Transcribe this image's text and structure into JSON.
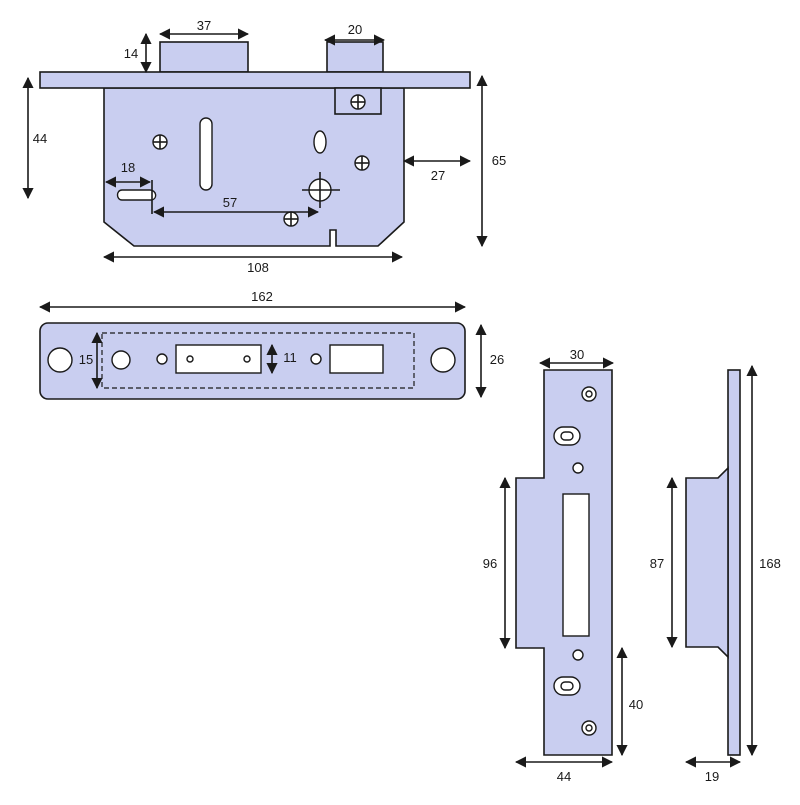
{
  "colors": {
    "part_fill": "#c9cef0",
    "stroke": "#1a1a1a",
    "background": "#ffffff"
  },
  "lock_case": {
    "dim_bolt_width": "37",
    "dim_bolt_height": "14",
    "dim_latch_width": "20",
    "dim_upper_height": "44",
    "dim_backset": "18",
    "dim_centres": "57",
    "dim_overall_depth": "65",
    "dim_faceplate_offset": "27",
    "dim_case_width": "108"
  },
  "strike_keep": {
    "dim_length": "162",
    "dim_recess_height": "15",
    "dim_slot_height": "11",
    "dim_plate_height": "26"
  },
  "strike_plate_front": {
    "dim_top_width": "30",
    "dim_box_height": "96",
    "dim_lower_height": "40",
    "dim_base_width": "44"
  },
  "strike_plate_side": {
    "dim_box_height": "87",
    "dim_total_height": "168",
    "dim_depth": "19"
  }
}
